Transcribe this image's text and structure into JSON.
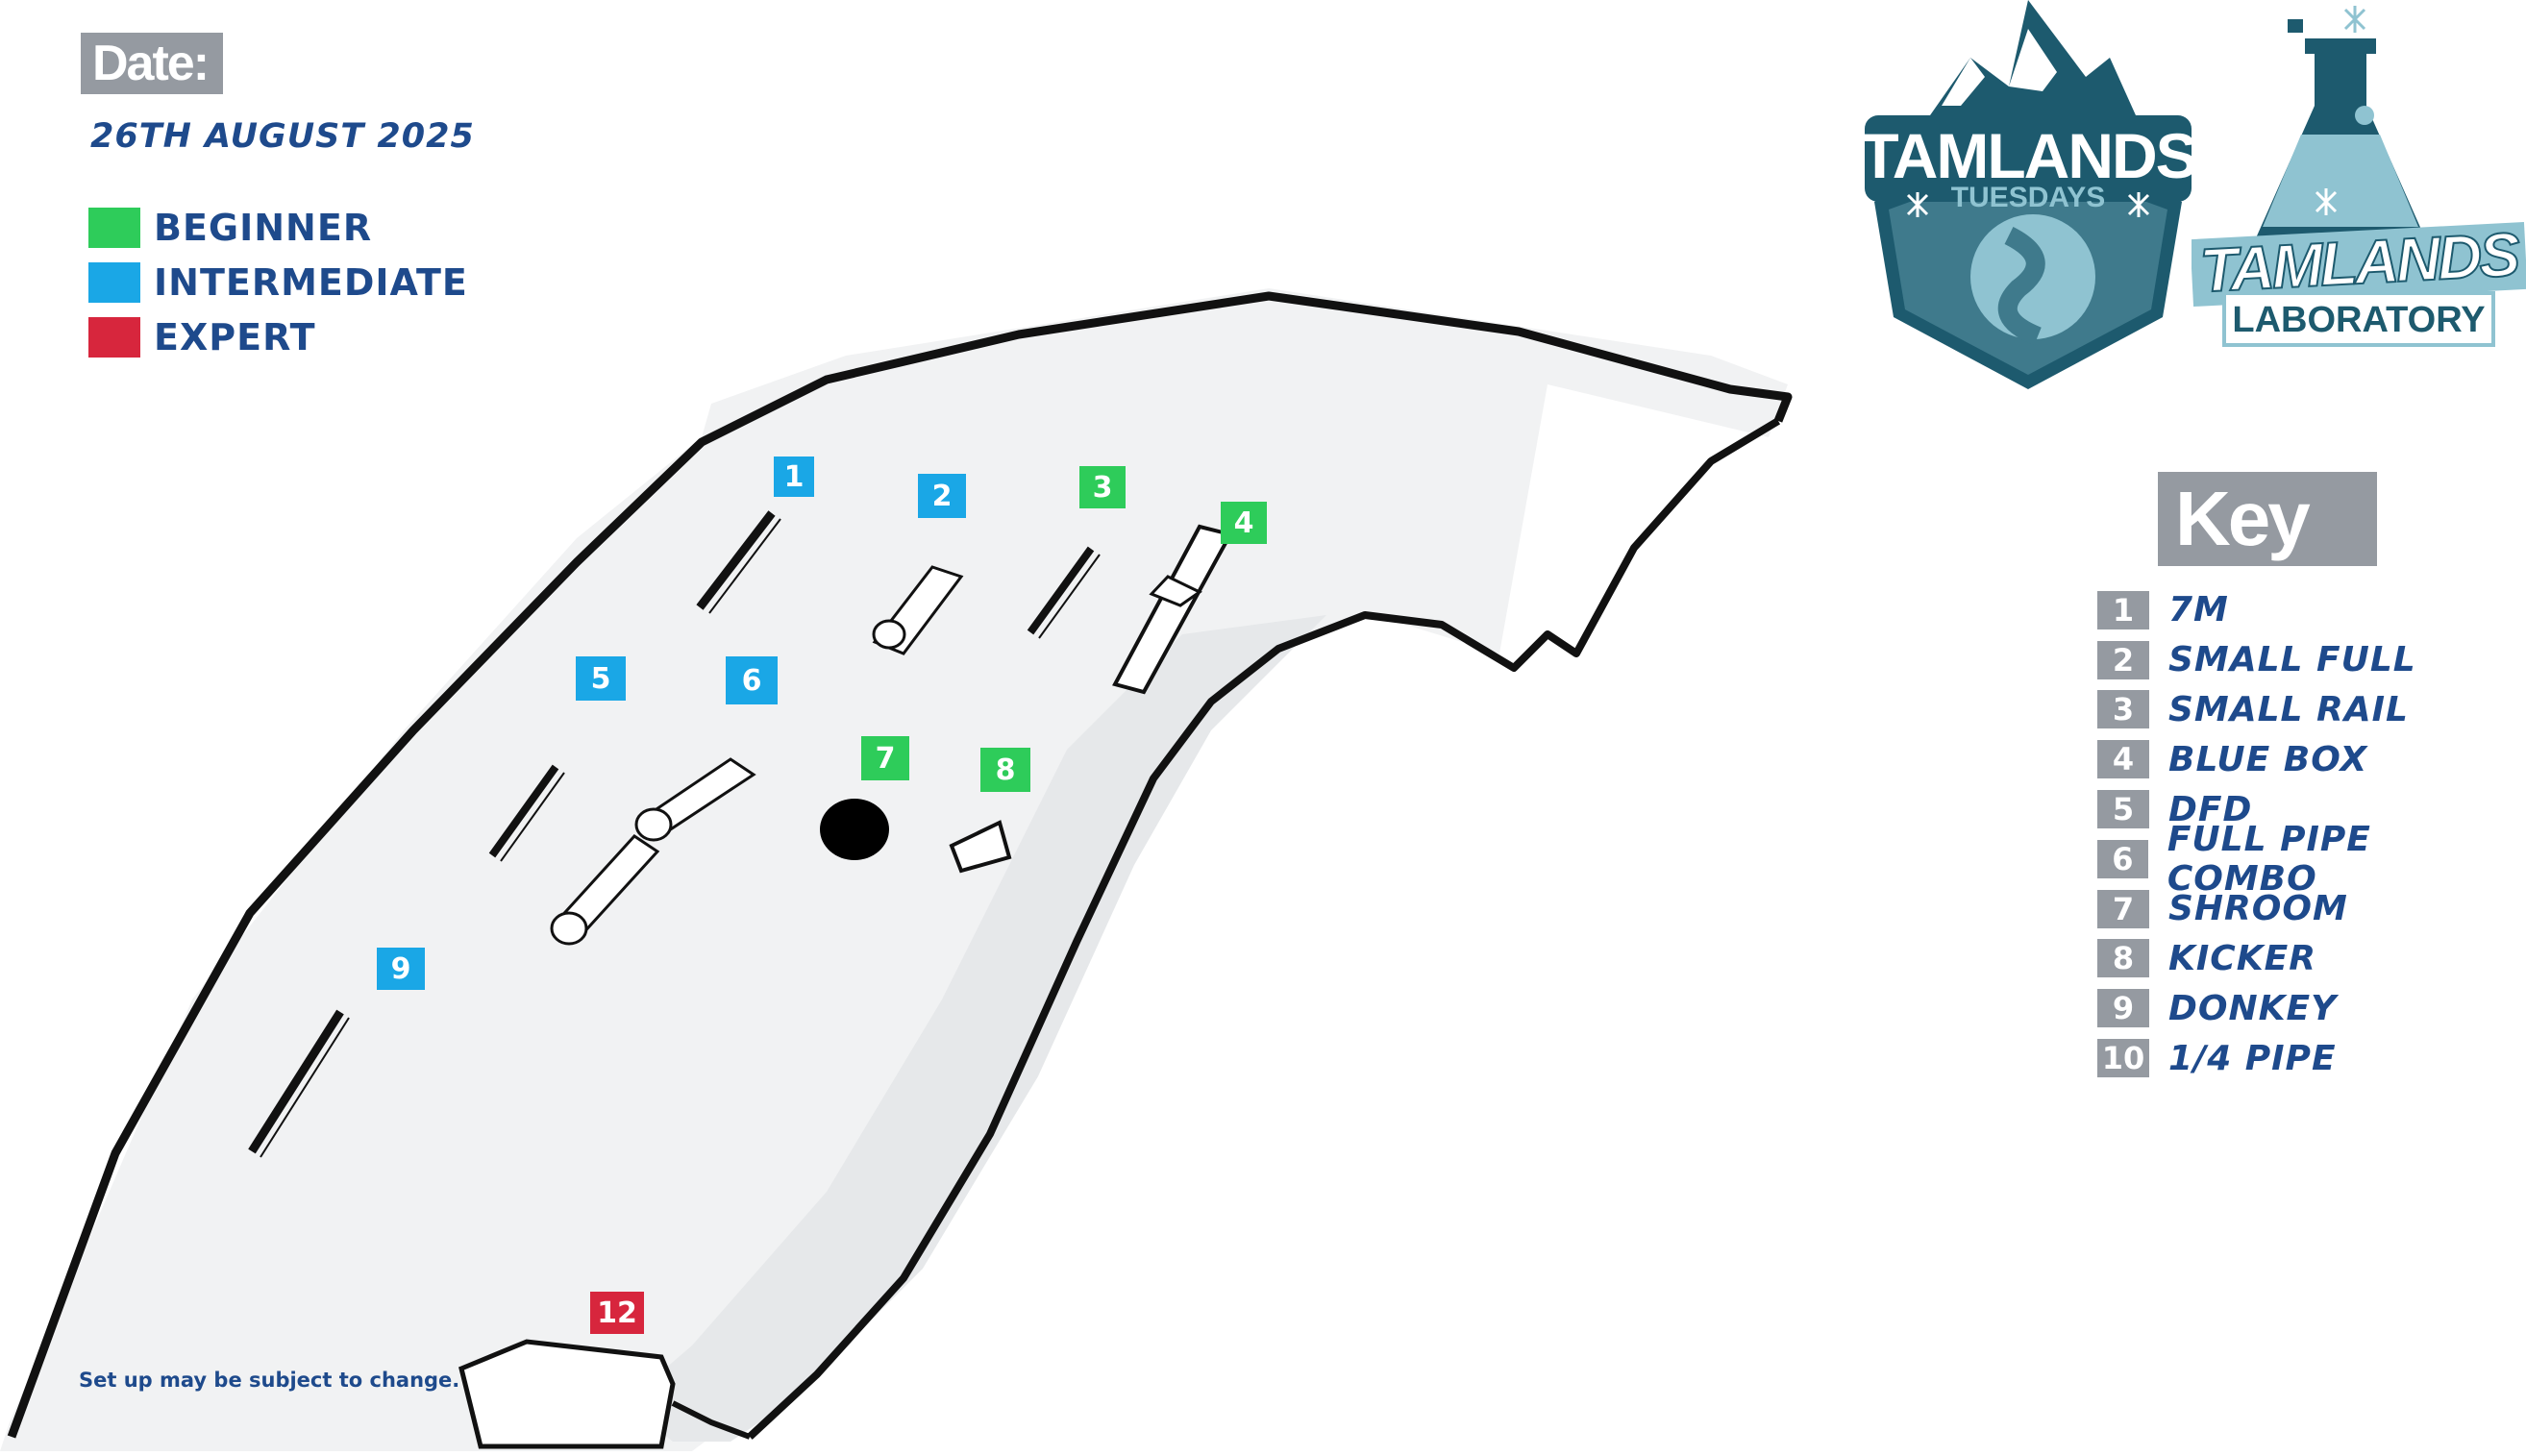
{
  "header": {
    "date_label": "Date:",
    "date_value": "26TH AUGUST 2025"
  },
  "legend": [
    {
      "label": "BEGINNER",
      "color": "#2ecc5a"
    },
    {
      "label": "INTERMEDIATE",
      "color": "#1aa7e6"
    },
    {
      "label": "EXPERT",
      "color": "#d7263d"
    }
  ],
  "key": {
    "title": "Key",
    "items": [
      {
        "num": "1",
        "label": "7M"
      },
      {
        "num": "2",
        "label": "SMALL FULL"
      },
      {
        "num": "3",
        "label": "SMALL RAIL"
      },
      {
        "num": "4",
        "label": "BLUE BOX"
      },
      {
        "num": "5",
        "label": "DFD"
      },
      {
        "num": "6",
        "label": "FULL PIPE COMBO"
      },
      {
        "num": "7",
        "label": "SHROOM"
      },
      {
        "num": "8",
        "label": "KICKER"
      },
      {
        "num": "9",
        "label": "DONKEY"
      },
      {
        "num": "10",
        "label": "1/4 PIPE"
      }
    ]
  },
  "features": [
    {
      "num": "1",
      "level": "intermediate"
    },
    {
      "num": "2",
      "level": "intermediate"
    },
    {
      "num": "3",
      "level": "beginner"
    },
    {
      "num": "4",
      "level": "beginner"
    },
    {
      "num": "5",
      "level": "intermediate"
    },
    {
      "num": "6",
      "level": "intermediate"
    },
    {
      "num": "7",
      "level": "beginner"
    },
    {
      "num": "8",
      "level": "beginner"
    },
    {
      "num": "9",
      "level": "intermediate"
    },
    {
      "num": "12",
      "level": "expert"
    }
  ],
  "logos": {
    "tuesdays": {
      "line1": "TAMLANDS",
      "line2": "TUESDAYS"
    },
    "laboratory": {
      "line1": "TAMLANDS",
      "line2": "LABORATORY"
    }
  },
  "note": "Set up may be subject to change.",
  "colors": {
    "text": "#1e4a8c",
    "grey": "#959aa1",
    "beginner": "#2ecc5a",
    "intermediate": "#1aa7e6",
    "expert": "#d7263d"
  },
  "icons": [
    "snowflake-icon",
    "flask-icon",
    "mountain-icon"
  ]
}
